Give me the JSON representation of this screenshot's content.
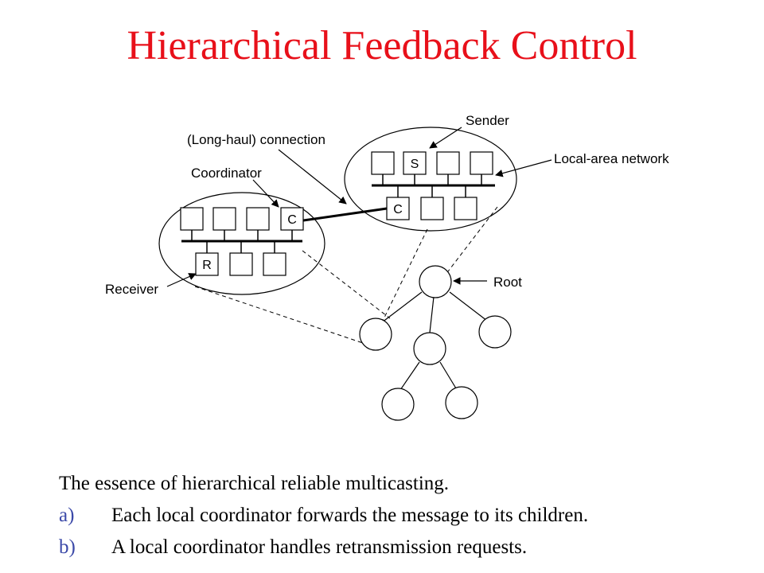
{
  "title": "Hierarchical Feedback Control",
  "diagram": {
    "labels": {
      "sender": "Sender",
      "connection": "(Long-haul) connection",
      "lan": "Local-area network",
      "coordinator": "Coordinator",
      "root": "Root",
      "receiver": "Receiver"
    },
    "box_letters": {
      "s": "S",
      "c": "C",
      "r": "R"
    }
  },
  "caption": {
    "intro": "The essence of hierarchical reliable multicasting.",
    "items": [
      {
        "marker": "a)",
        "text": "Each local coordinator forwards the message to its children."
      },
      {
        "marker": "b)",
        "text": "A local coordinator handles retransmission requests."
      }
    ]
  },
  "colors": {
    "title": "#e8101a",
    "list_marker": "#3b49a8"
  }
}
